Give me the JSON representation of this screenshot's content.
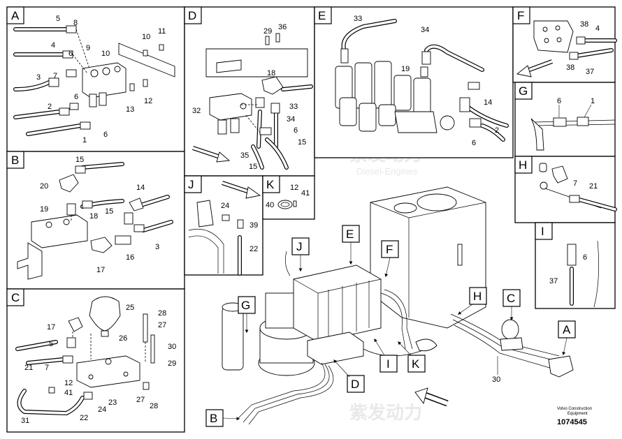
{
  "panels": {
    "A": {
      "letter": "A",
      "callouts": [
        "5",
        "8",
        "4",
        "6",
        "9",
        "10",
        "11",
        "3",
        "7",
        "10",
        "2",
        "6",
        "13",
        "12",
        "1",
        "6"
      ]
    },
    "B": {
      "letter": "B",
      "callouts": [
        "15",
        "20",
        "14",
        "19",
        "18",
        "15",
        "17",
        "16",
        "3"
      ]
    },
    "C": {
      "letter": "C",
      "callouts": [
        "25",
        "28",
        "27",
        "17",
        "26",
        "5",
        "30",
        "21",
        "7",
        "29",
        "12",
        "41",
        "24",
        "23",
        "27",
        "28",
        "31",
        "22"
      ]
    },
    "D": {
      "letter": "D",
      "callouts": [
        "29",
        "36",
        "18",
        "32",
        "33",
        "34",
        "6",
        "15",
        "35",
        "15"
      ]
    },
    "E": {
      "letter": "E",
      "callouts": [
        "33",
        "34",
        "19",
        "14",
        "2",
        "6"
      ]
    },
    "F": {
      "letter": "F",
      "callouts": [
        "38",
        "4",
        "38",
        "37"
      ]
    },
    "G": {
      "letter": "G",
      "callouts": [
        "6",
        "1"
      ]
    },
    "H": {
      "letter": "H",
      "callouts": [
        "7",
        "21"
      ]
    },
    "I": {
      "letter": "I",
      "callouts": [
        "6",
        "37"
      ]
    },
    "J": {
      "letter": "J",
      "callouts": [
        "24",
        "39",
        "22"
      ]
    },
    "K": {
      "letter": "K",
      "callouts": [
        "12",
        "41",
        "40"
      ]
    }
  },
  "main_view": {
    "labels": [
      "J",
      "E",
      "F",
      "G",
      "H",
      "C",
      "A",
      "I",
      "K",
      "D",
      "B"
    ],
    "callouts": [
      "30"
    ]
  },
  "footer": {
    "company_line1": "Volvo Construction",
    "company_line2": "Equipment",
    "doc_number": "1074545"
  },
  "watermark": {
    "chinese": "紫发动力",
    "english": "Diesel-Engines"
  }
}
